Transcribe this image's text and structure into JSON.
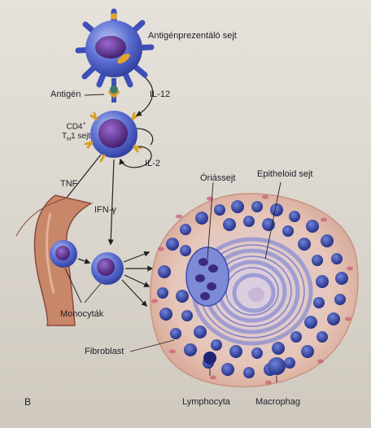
{
  "figure_letter": "B",
  "labels": {
    "apc": "Antigénprezentáló sejt",
    "antigen": "Antigén",
    "il12": "IL-12",
    "cd4_line1": "CD4",
    "cd4_sup": "+",
    "th1_prefix": "T",
    "th1_sub": "H",
    "th1_suffix": "1 sejt",
    "il2": "IL-2",
    "tnf": "TNF",
    "ifn": "IFN-γ",
    "giant_cell": "Óriássejt",
    "epithelioid": "Epitheloid sejt",
    "monocytes": "Monocyták",
    "fibroblast": "Fibroblast",
    "lymphocyte": "Lymphocyta",
    "macrophage": "Macrophag"
  },
  "colors": {
    "cell_blue": "#4a5fc8",
    "cell_light": "#8fa0e6",
    "nucleus": "#5b2a8a",
    "granule": "#e3a62a",
    "vessel": "#c98a6a",
    "granuloma_bg": "#e8c6b4",
    "granuloma_rim": "#c07a6a"
  }
}
